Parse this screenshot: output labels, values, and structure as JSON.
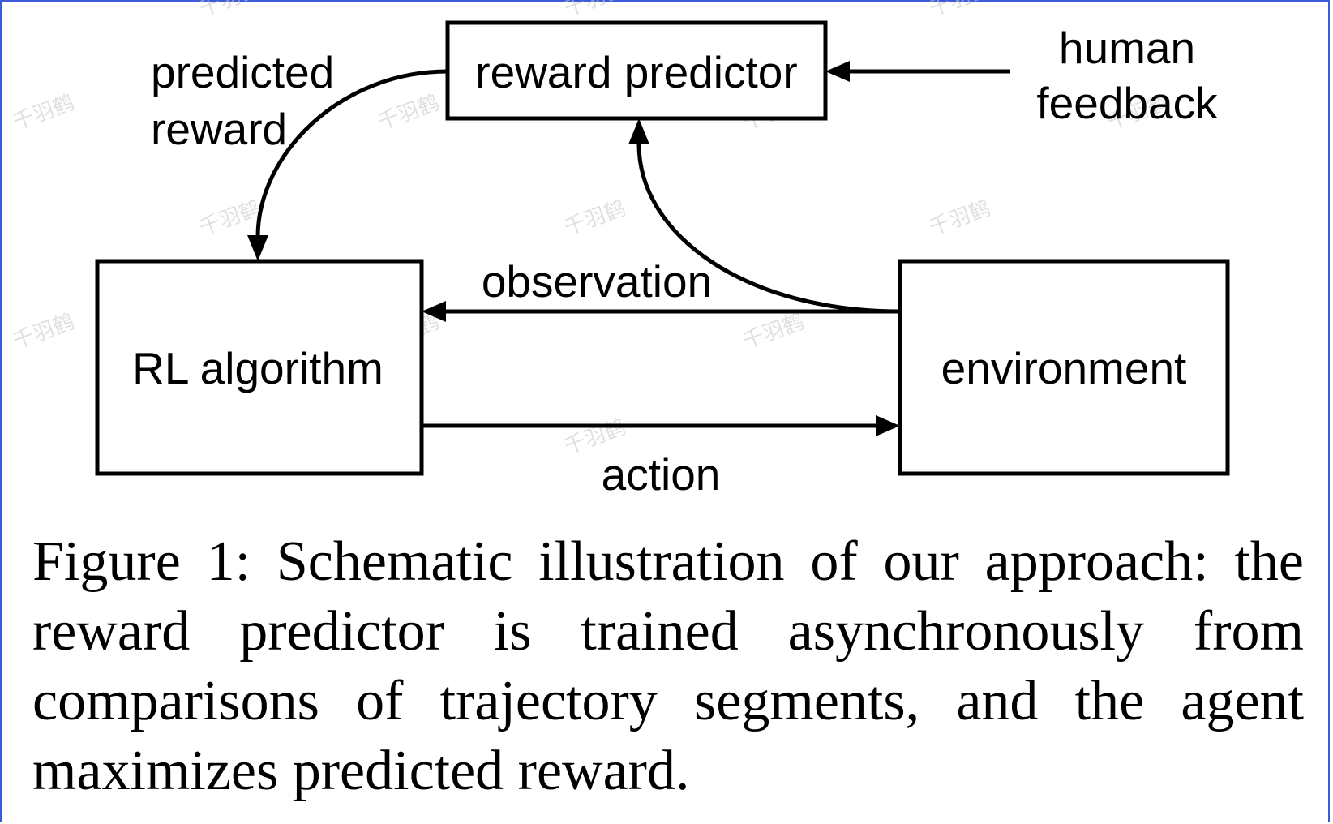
{
  "diagram": {
    "nodes": {
      "reward_predictor": "reward predictor",
      "rl_algorithm": "RL algorithm",
      "environment": "environment"
    },
    "edges": {
      "predicted_reward_line1": "predicted",
      "predicted_reward_line2": "reward",
      "human_feedback_line1": "human",
      "human_feedback_line2": "feedback",
      "observation": "observation",
      "action": "action"
    }
  },
  "caption": "Figure 1: Schematic illustration of our approach: the reward predictor is trained asynchronously from comparisons of trajectory segments, and the agent maximizes predicted reward.",
  "watermark": "千羽鹤"
}
